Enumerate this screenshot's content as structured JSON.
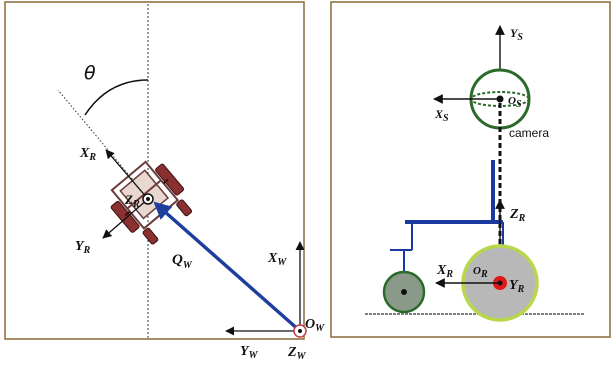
{
  "left_panel": {
    "theta": "θ",
    "robot_x": {
      "main": "X",
      "sub": "R"
    },
    "robot_y": {
      "main": "Y",
      "sub": "R"
    },
    "robot_z": {
      "main": "Z",
      "sub": "R"
    },
    "position_vector": {
      "main": "Q",
      "sub": "W"
    },
    "world_x": {
      "main": "X",
      "sub": "W"
    },
    "world_y": {
      "main": "Y",
      "sub": "W"
    },
    "world_z": {
      "main": "Z",
      "sub": "W"
    },
    "world_origin": {
      "main": "O",
      "sub": "W"
    }
  },
  "right_panel": {
    "sensor_y": {
      "main": "Y",
      "sub": "S"
    },
    "sensor_x": {
      "main": "X",
      "sub": "S"
    },
    "sensor_origin": {
      "main": "O",
      "sub": "S"
    },
    "camera_label": "camera",
    "robot_z": {
      "main": "Z",
      "sub": "R"
    },
    "robot_x": {
      "main": "X",
      "sub": "R"
    },
    "robot_origin": {
      "main": "O",
      "sub": "R"
    },
    "robot_y": {
      "main": "Y",
      "sub": "R"
    }
  },
  "colors": {
    "frame": "#8a6a3a",
    "vector": "#1f3f9f",
    "sensor": "#2a6a2a",
    "wheel_fill": "#b8b8b8",
    "wheel_rim": "#b8d84a",
    "robot_origin": "#e01818",
    "chair_frame": "#1a3aa0"
  }
}
